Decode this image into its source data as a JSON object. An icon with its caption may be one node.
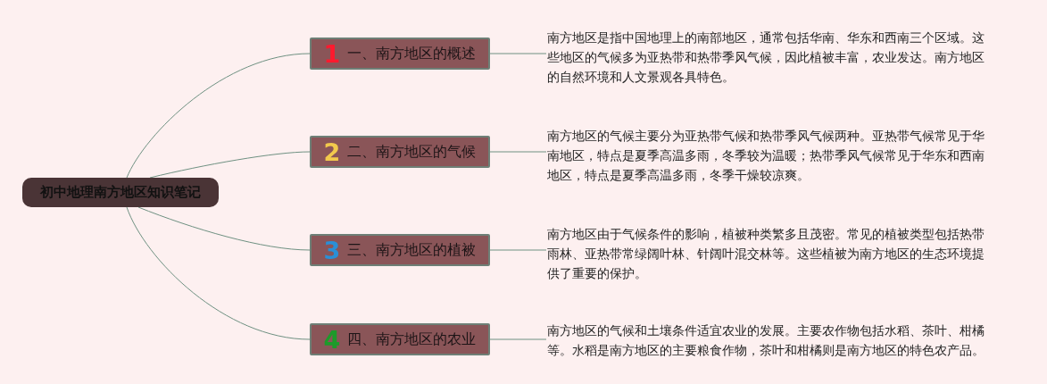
{
  "diagram": {
    "nodes": [
      {
        "text": [
          "初中地理南方地区知识笔记"
        ]
      },
      {
        "text": [
          "1",
          "一、南方地区的概述"
        ]
      },
      {
        "text": [
          "2",
          "二、南方地区的气候"
        ]
      },
      {
        "text": [
          "3",
          "三、南方地区的植被"
        ]
      },
      {
        "text": [
          "4",
          "四、南方地区的农业"
        ]
      },
      {
        "text": [
          "南方地区是指中国地理上的南部地区，通常包括华南、华东和西南三个区域。这些地区的气候多为亚热带和热带季风气候，因此植被丰富，农业发达。南方地区的自然环境和人文景观各具特色。"
        ]
      },
      {
        "text": [
          "南方地区的气候主要分为亚热带气候和热带季风气候两种。亚热带气候常见于华南地区，特点是夏季高温多雨，冬季较为温暖；热带季风气候常见于华东和西南地区，特点是夏季高温多雨，冬季干燥较凉爽。"
        ]
      },
      {
        "text": [
          "南方地区由于气候条件的影响，植被种类繁多且茂密。常见的植被类型包括热带雨林、亚热带常绿阔叶林、针阔叶混交林等。这些植被为南方地区的生态环境提供了重要的保护。"
        ]
      },
      {
        "text": [
          "南方地区的气候和土壤条件适宜农业的发展。主要农作物包括水稻、茶叶、柑橘等。水稻是南方地区的主要粮食作物，茶叶和柑橘则是南方地区的特色农产品。"
        ]
      }
    ],
    "edges": [
      {
        "from": 0,
        "to": 1,
        "arrow": "none"
      },
      {
        "from": 0,
        "to": 2,
        "arrow": "none"
      },
      {
        "from": 0,
        "to": 3,
        "arrow": "none"
      },
      {
        "from": 0,
        "to": 4,
        "arrow": "none"
      },
      {
        "from": 1,
        "to": 5,
        "arrow": "none"
      },
      {
        "from": 2,
        "to": 6,
        "arrow": "none"
      },
      {
        "from": 3,
        "to": 7,
        "arrow": "none"
      },
      {
        "from": 4,
        "to": 8,
        "arrow": "none"
      }
    ]
  }
}
